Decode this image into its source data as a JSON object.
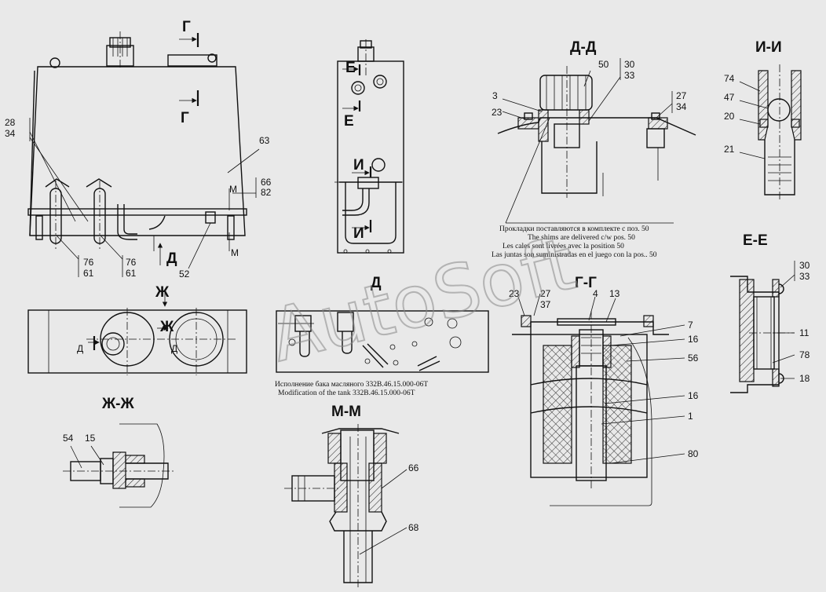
{
  "front_view": {
    "section_g": "Г",
    "section_d": "Д",
    "section_m": "М",
    "callout_28": "28",
    "callout_34": "34",
    "callout_76": "76",
    "callout_61": "61",
    "callout_52": "52",
    "callout_63": "63",
    "callout_66": "66",
    "callout_82": "82"
  },
  "side_view": {
    "section_e": "Е",
    "section_i": "И"
  },
  "top_view": {
    "section_zh": "Ж",
    "section_d": "Д"
  },
  "modification": {
    "section_d": "Д",
    "caption_ru": "Исполнение бака масляного 332В.46.15.000-06Т",
    "caption_en": "Modification of the tank 332B.46.15.000-06T"
  },
  "section_dd": {
    "title": "Д-Д",
    "callout_50": "50",
    "callout_30": "30",
    "callout_33": "33",
    "callout_3": "3",
    "callout_23": "23",
    "callout_27": "27",
    "callout_34": "34",
    "note_ru": "Прокладки поставляются в комплекте с поз. 50",
    "note_en": "The shims are delivered c/w pos. 50",
    "note_fr": "Les cales sont livrées avec la position 50",
    "note_es": "Las juntas son suministradas en el juego con la pos.. 50"
  },
  "section_ii": {
    "title": "И-И",
    "callout_74": "74",
    "callout_47": "47",
    "callout_20": "20",
    "callout_21": "21"
  },
  "section_ee": {
    "title": "Е-Е",
    "callout_30": "30",
    "callout_33": "33",
    "callout_11": "11",
    "callout_78": "78",
    "callout_18": "18"
  },
  "section_gg": {
    "title": "Г-Г",
    "callout_23": "23",
    "callout_27": "27",
    "callout_37": "37",
    "callout_4": "4",
    "callout_13": "13",
    "callout_7": "7",
    "callout_16": "16",
    "callout_56": "56",
    "callout_1": "1",
    "callout_80": "80"
  },
  "section_zhzh": {
    "title": "Ж-Ж",
    "callout_54": "54",
    "callout_15": "15"
  },
  "section_mm": {
    "title": "М-М",
    "callout_66": "66",
    "callout_68": "68"
  },
  "watermark": "AutoSoft"
}
